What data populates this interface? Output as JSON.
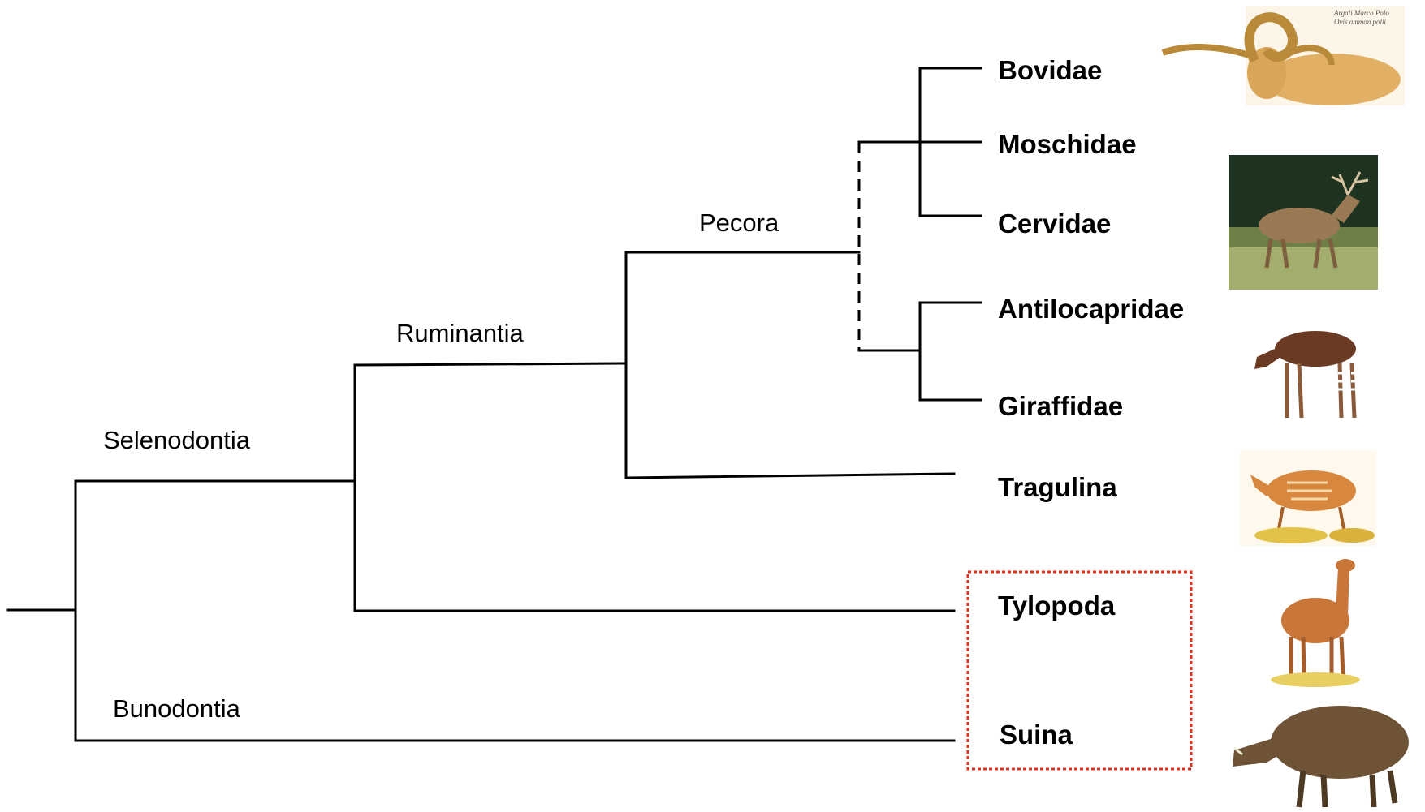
{
  "clades": {
    "selenodontia": "Selenodontia",
    "ruminantia": "Ruminantia",
    "pecora": "Pecora",
    "bunodontia": "Bunodontia"
  },
  "taxa": {
    "bovidae": "Bovidae",
    "moschidae": "Moschidae",
    "cervidae": "Cervidae",
    "antilocapridae": "Antilocapridae",
    "giraffidae": "Giraffidae",
    "tragulina": "Tragulina",
    "tylopoda": "Tylopoda",
    "suina": "Suina"
  },
  "image_captions": {
    "argali_line1": "Argali Marco Polo",
    "argali_line2": "Ovis ammon polii"
  },
  "colors": {
    "lines": "#000000",
    "highlight_box": "#e0301e"
  },
  "icons": [
    "argali-illustration",
    "red-deer-photo",
    "okapi-illustration",
    "chevrotain-illustration",
    "guanaco-illustration",
    "wild-boar-illustration"
  ]
}
